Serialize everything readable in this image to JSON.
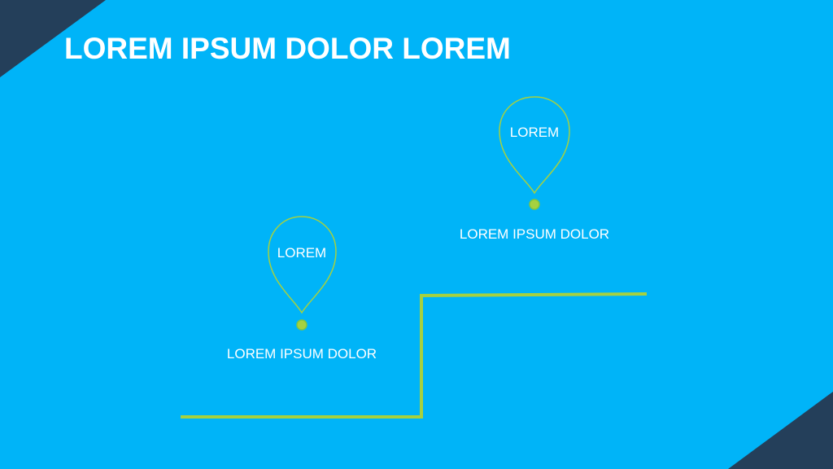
{
  "slide": {
    "title": "LOREM IPSUM DOLOR LOREM",
    "colors": {
      "background": "#00b4f8",
      "corner": "#243f5a",
      "accent": "#a6d13f",
      "text": "#ffffff"
    },
    "pins": [
      {
        "label": "LOREM",
        "caption": "LOREM IPSUM DOLOR",
        "icon": "map-pin-icon"
      },
      {
        "label": "LOREM",
        "caption": "LOREM IPSUM DOLOR",
        "icon": "map-pin-icon"
      }
    ]
  }
}
